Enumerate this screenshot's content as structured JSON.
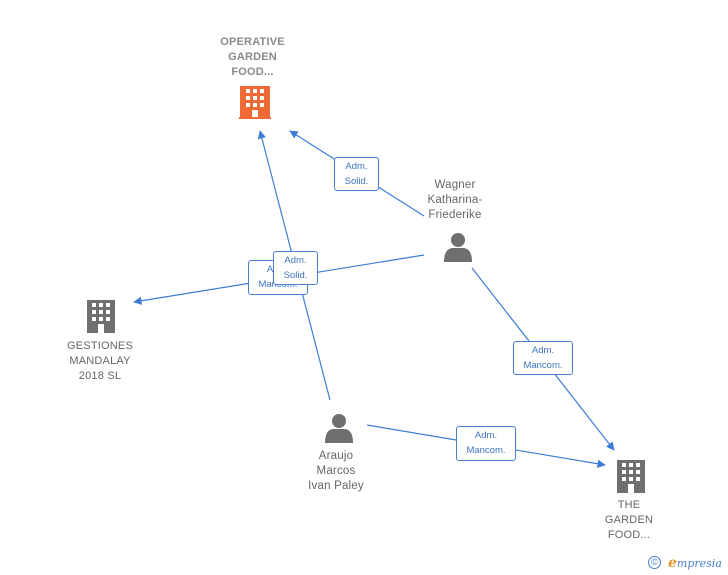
{
  "nodes": {
    "operative": {
      "label_lines": [
        "OPERATIVE",
        "GARDEN",
        "FOOD..."
      ],
      "type": "company",
      "color": "#f06a35"
    },
    "gestiones": {
      "label_lines": [
        "GESTIONES",
        "MANDALAY",
        "2018  SL"
      ],
      "type": "company",
      "color": "#6f6f6f"
    },
    "the_garden": {
      "label_lines": [
        "THE",
        "GARDEN",
        "FOOD..."
      ],
      "type": "company",
      "color": "#6f6f6f"
    },
    "wagner": {
      "label_lines": [
        "Wagner",
        "Katharina-",
        "Friederike"
      ],
      "type": "person",
      "color": "#6f6f6f"
    },
    "araujo": {
      "label_lines": [
        "Araujo",
        "Marcos",
        "Ivan Paley"
      ],
      "type": "person",
      "color": "#6f6f6f"
    }
  },
  "edges": {
    "wagner_operative": {
      "label_lines": [
        "Adm.",
        "Solid."
      ]
    },
    "wagner_gestiones": {
      "label_lines": [
        "Adm.",
        "Mancom."
      ]
    },
    "araujo_operative": {
      "label_lines": [
        "Adm.",
        "Solid."
      ]
    },
    "wagner_the_garden": {
      "label_lines": [
        "Adm.",
        "Mancom."
      ]
    },
    "araujo_the_garden": {
      "label_lines": [
        "Adm.",
        "Mancom."
      ]
    }
  },
  "edge_color": "#3d7dd8",
  "footer": {
    "copyright_symbol": "©",
    "brand_initial": "e",
    "brand_rest": "mpresia"
  }
}
